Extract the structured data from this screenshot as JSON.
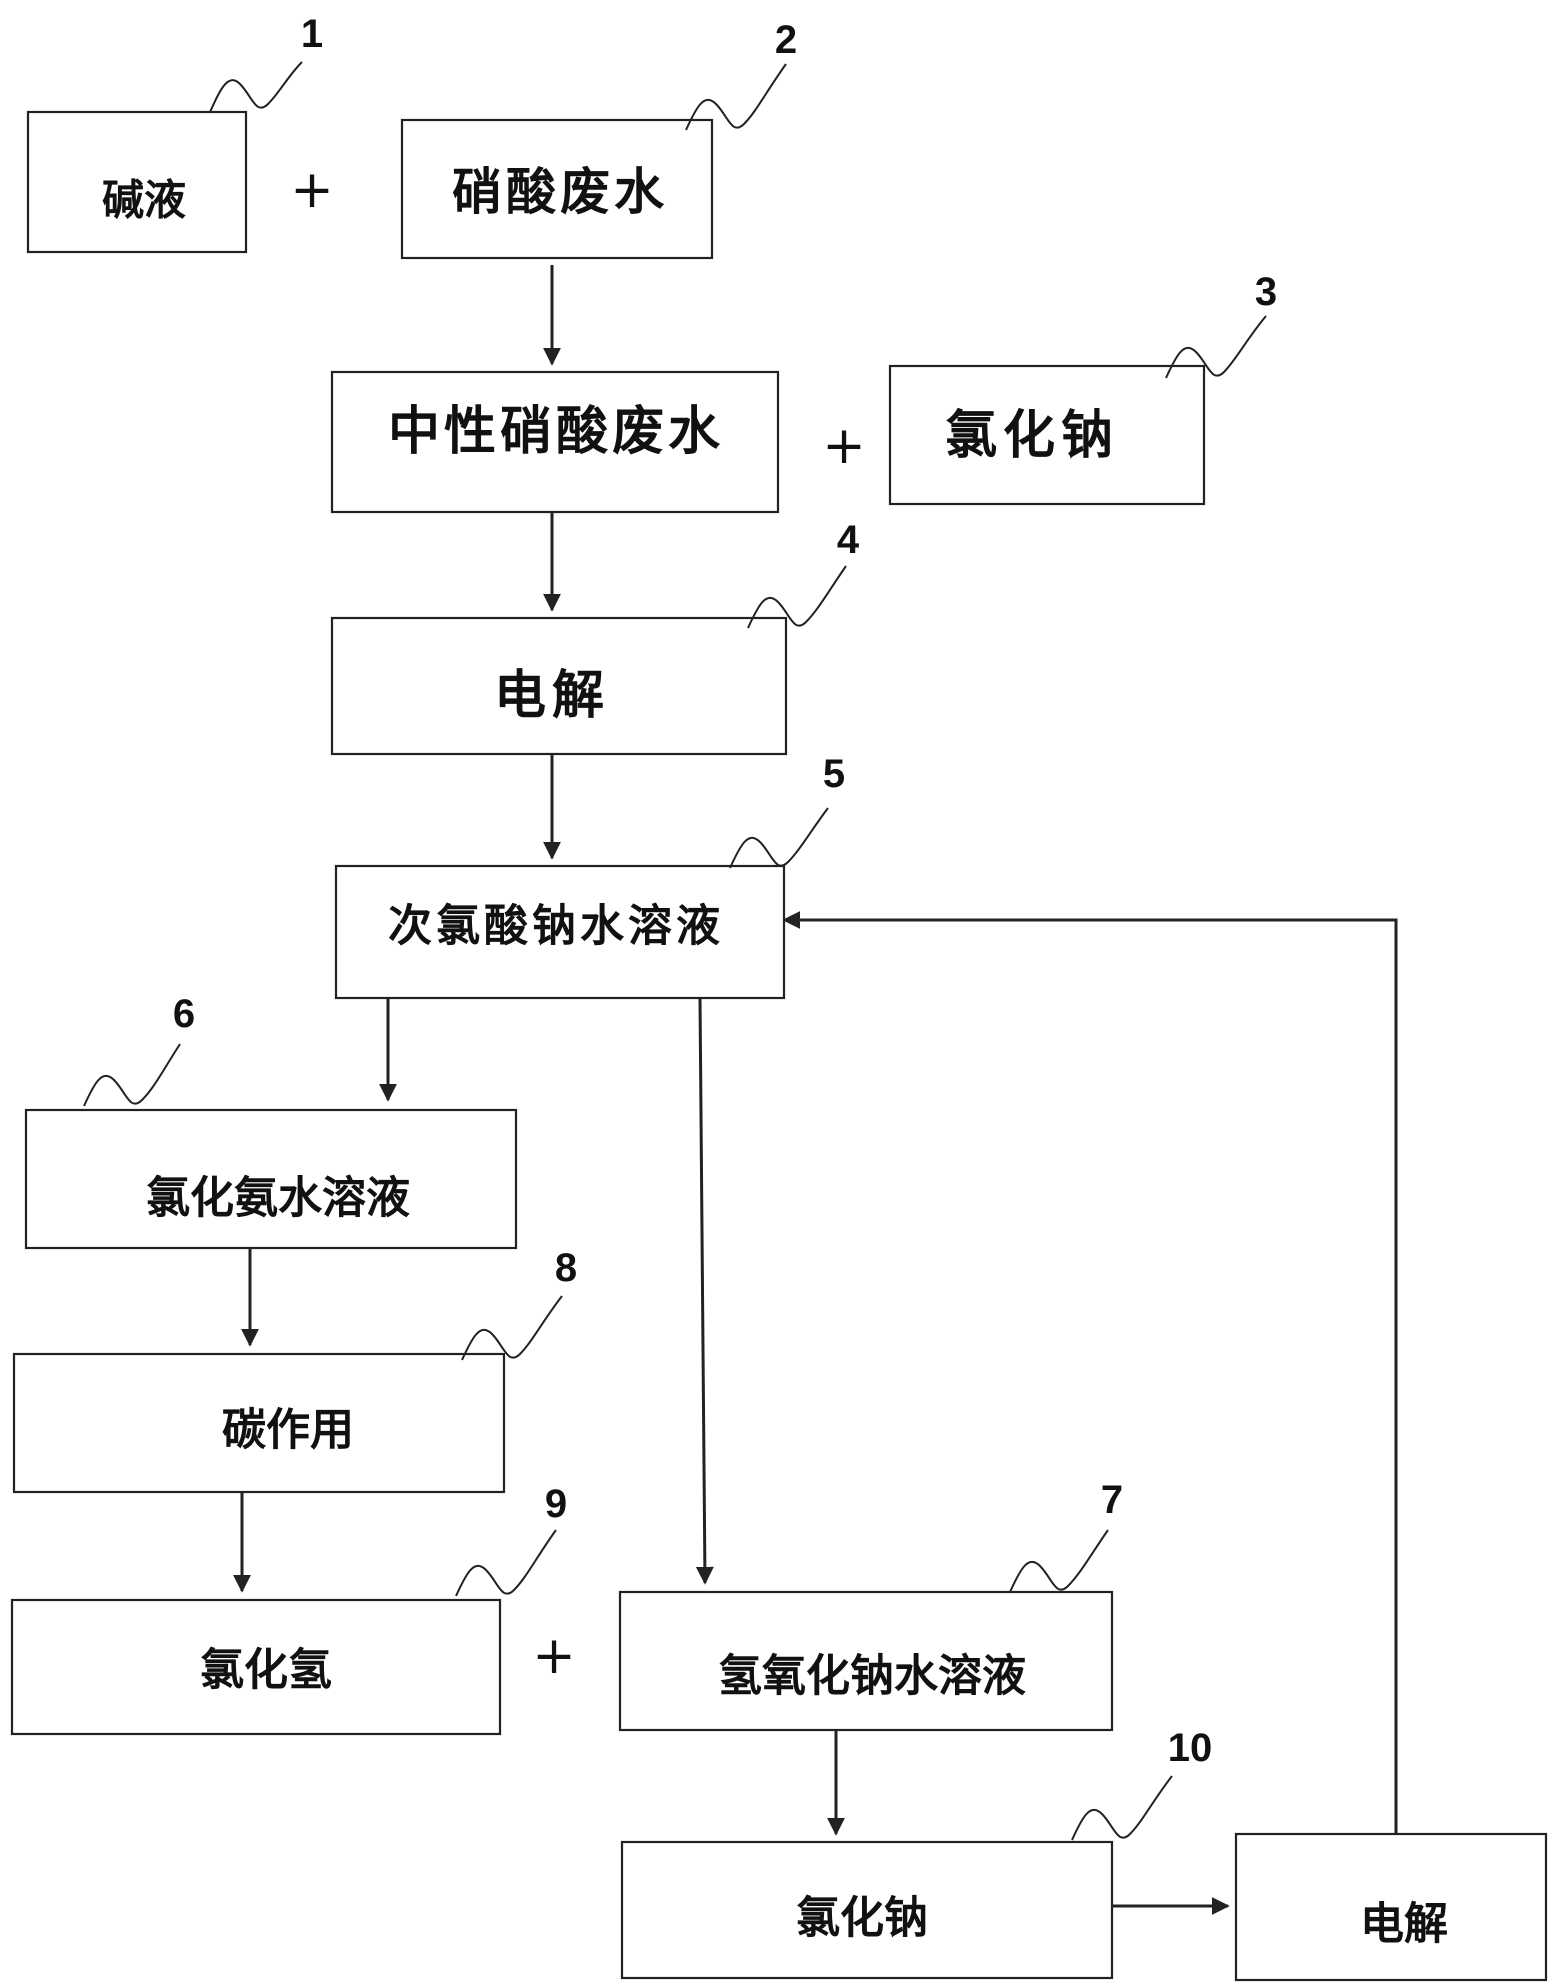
{
  "nodes": {
    "n1": {
      "label": "碱液",
      "ref": "1"
    },
    "n2": {
      "label": "硝酸废水",
      "ref": "2"
    },
    "n3": {
      "label": "氯化钠",
      "ref": "3"
    },
    "n_neutral": {
      "label": "中性硝酸废水"
    },
    "n4": {
      "label": "电解",
      "ref": "4"
    },
    "n5": {
      "label": "次氯酸钠水溶液",
      "ref": "5"
    },
    "n6": {
      "label": "氯化氨水溶液",
      "ref": "6"
    },
    "n8": {
      "label": "碳作用",
      "ref": "8"
    },
    "n9": {
      "label": "氯化氢",
      "ref": "9"
    },
    "n7": {
      "label": "氢氧化钠水溶液",
      "ref": "7"
    },
    "n10": {
      "label": "氯化钠",
      "ref": "10"
    },
    "n_elec2": {
      "label": "电解"
    }
  },
  "operators": {
    "plus1": "+",
    "plus2": "+",
    "plus3": "+"
  },
  "edges": [
    {
      "from": "硝酸废水",
      "to": "中性硝酸废水"
    },
    {
      "from": "中性硝酸废水",
      "to": "电解"
    },
    {
      "from": "电解",
      "to": "次氯酸钠水溶液"
    },
    {
      "from": "次氯酸钠水溶液",
      "to": "氯化氨水溶液"
    },
    {
      "from": "次氯酸钠水溶液",
      "to": "氢氧化钠水溶液"
    },
    {
      "from": "氯化氨水溶液",
      "to": "碳作用"
    },
    {
      "from": "碳作用",
      "to": "氯化氢"
    },
    {
      "from": "氢氧化钠水溶液",
      "to": "氯化钠"
    },
    {
      "from": "氯化钠",
      "to": "电解"
    },
    {
      "from": "电解",
      "to": "次氯酸钠水溶液"
    }
  ]
}
